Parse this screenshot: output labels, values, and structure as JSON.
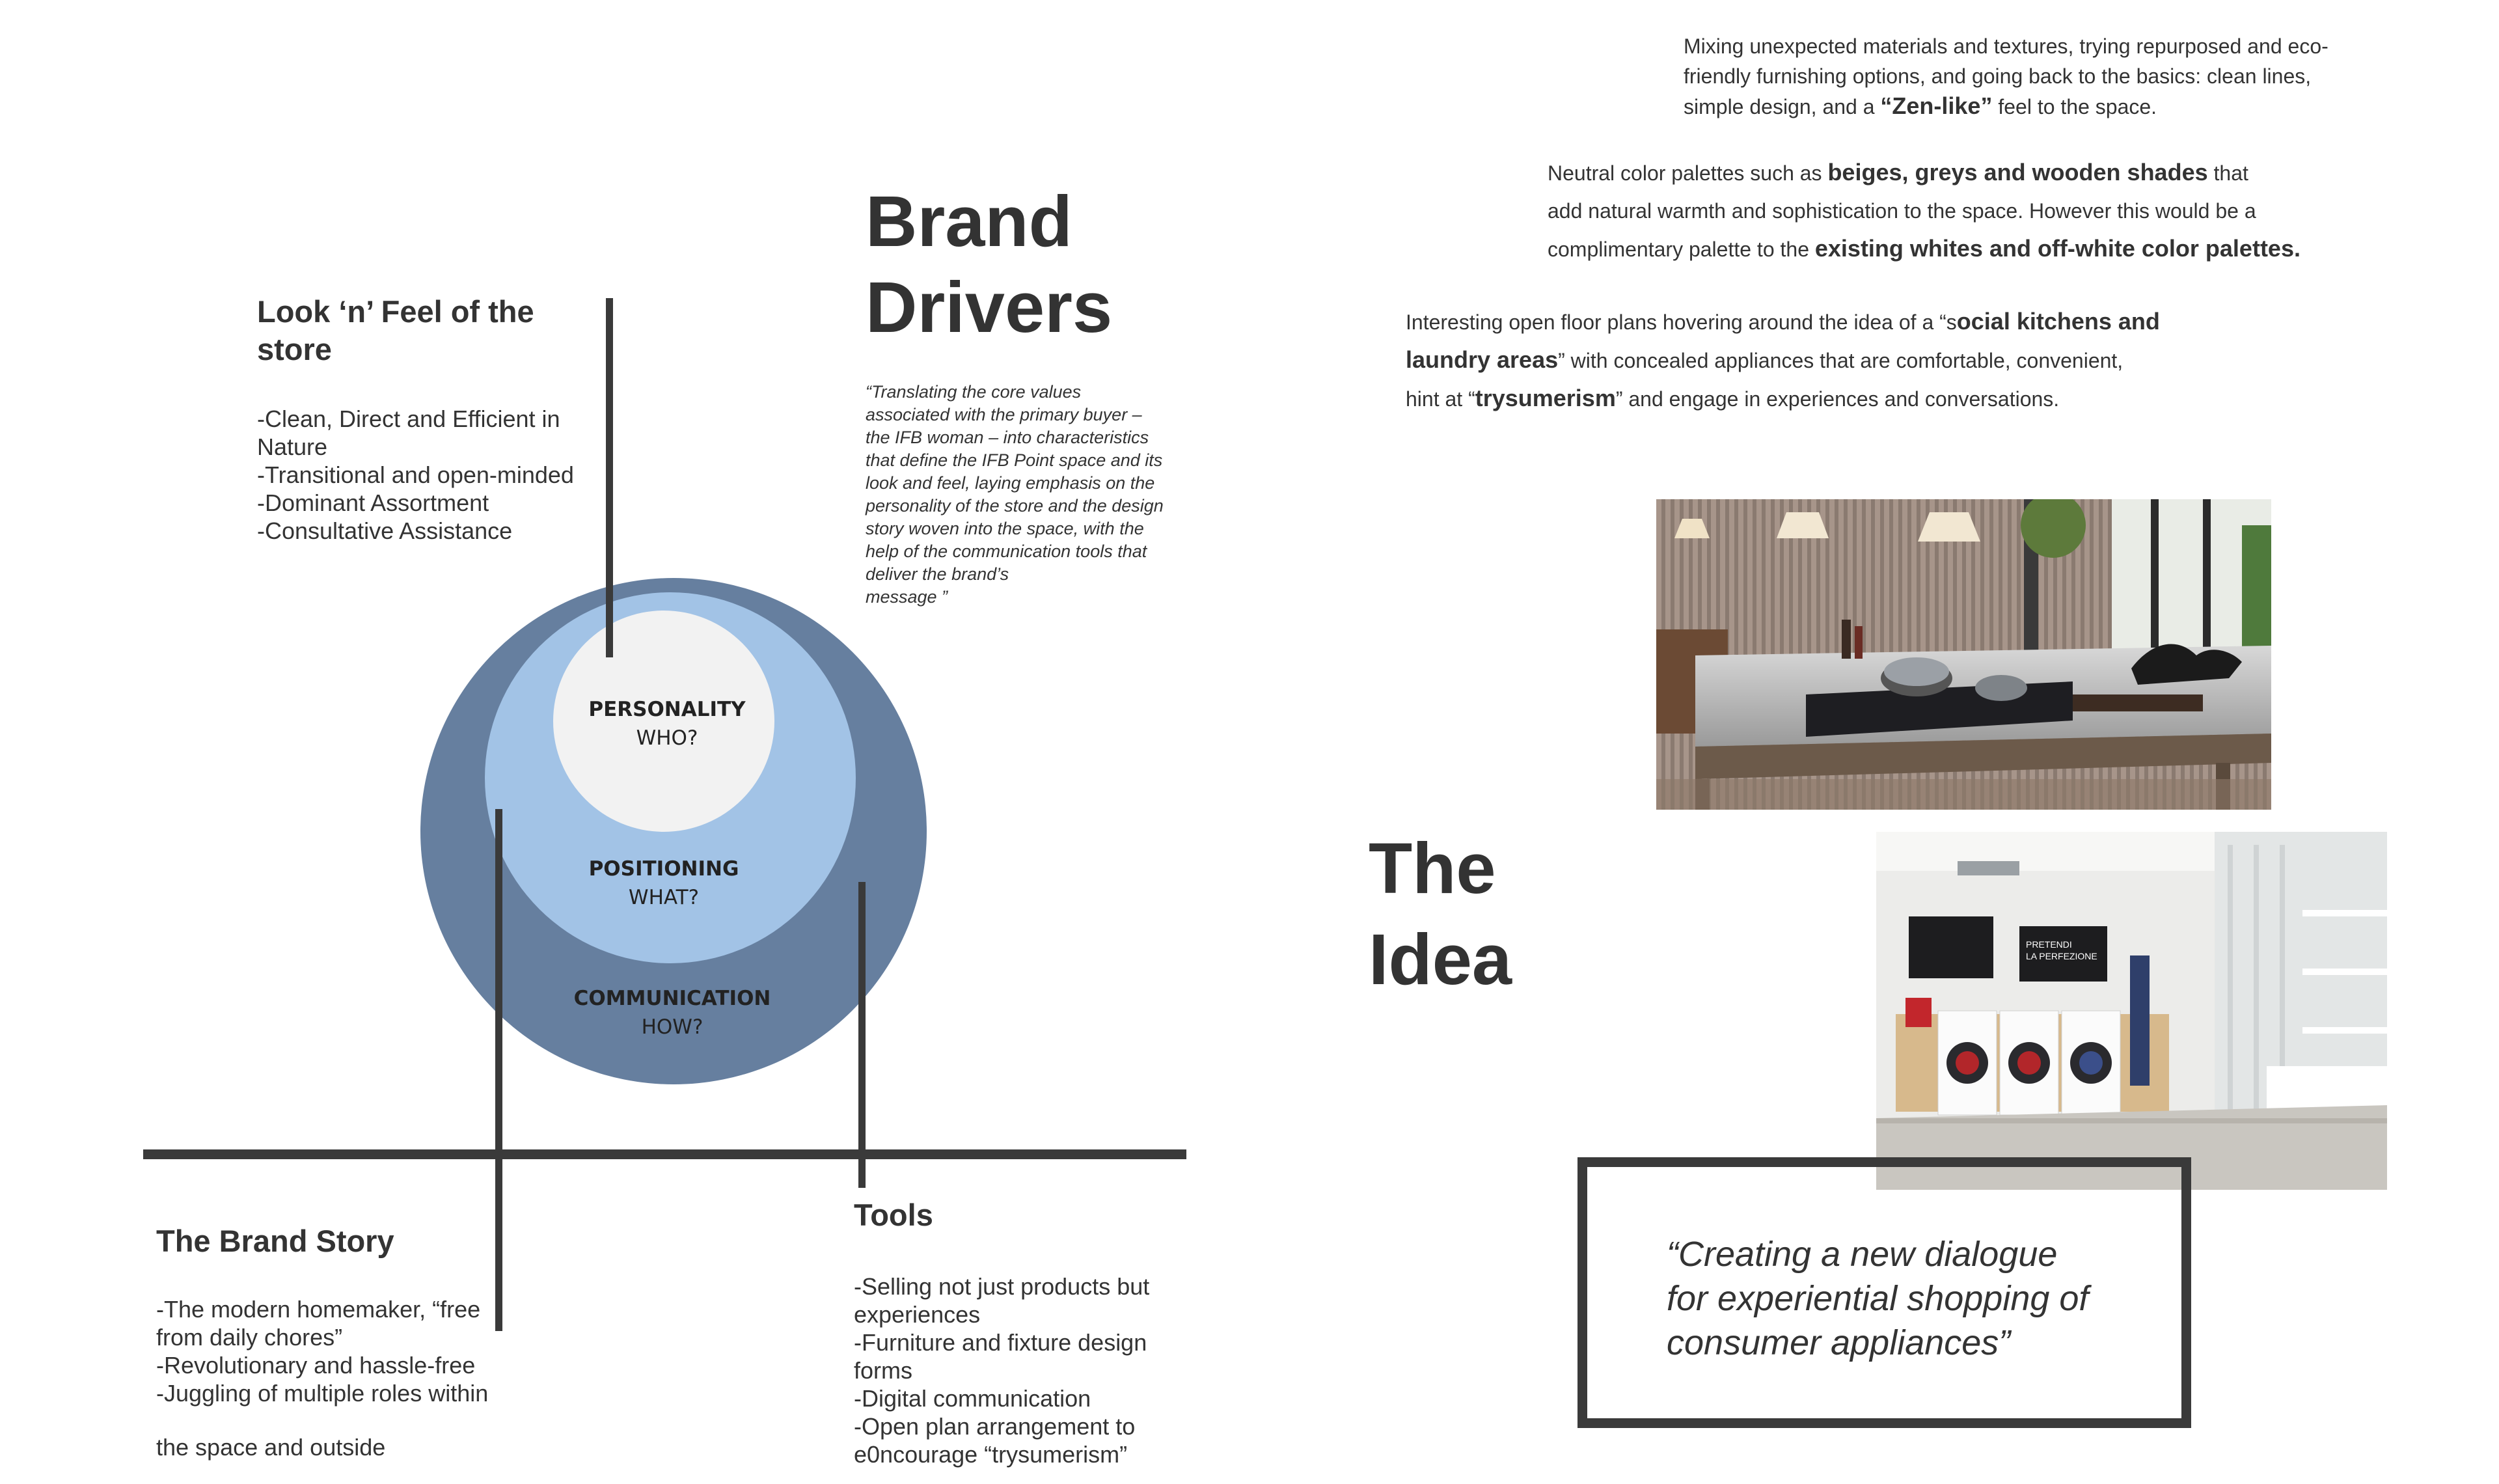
{
  "left_page": {
    "title_line1": "Brand",
    "title_line2": "Drivers",
    "quote_lines": [
      "“Translating the core values",
      "associated with the primary buyer –",
      "the IFB woman – into characteristics",
      "that define the IFB Point space and its",
      "look and feel, laying emphasis on the",
      "personality of the store and the design",
      "story woven into the space, with the",
      "help of the communication tools that",
      "deliver the brand’s",
      "message ”"
    ],
    "look_feel": {
      "heading_line1": "Look ‘n’ Feel of the",
      "heading_line2": "store",
      "items": [
        "-Clean, Direct and Efficient in",
        "Nature",
        "-Transitional and open-minded",
        "-Dominant Assortment",
        "-Consultative Assistance"
      ]
    },
    "circles": {
      "inner_title": "PERSONALITY",
      "inner_sub": "WHO?",
      "middle_title": "POSITIONING",
      "middle_sub": "WHAT?",
      "outer_title": "COMMUNICATION",
      "outer_sub": "HOW?"
    },
    "brand_story": {
      "heading": "The Brand Story",
      "items": [
        "-The modern homemaker, “free",
        "from daily chores”",
        "-Revolutionary and hassle-free",
        "-Juggling of multiple roles within"
      ],
      "tail": "the space and outside"
    },
    "tools": {
      "heading": "Tools",
      "items": [
        "-Selling not just products but",
        "experiences",
        "-Furniture and fixture design",
        "forms",
        "-Digital communication",
        "-Open plan arrangement to",
        "e0ncourage “trysumerism”"
      ]
    }
  },
  "right_page": {
    "para1": {
      "line1": "Mixing unexpected materials and textures, trying repurposed and eco-",
      "line2": "friendly furnishing options, and going back to the basics: clean lines,",
      "line3_pre": "simple design, and a ",
      "line3_bold": "“Zen-like”",
      "line3_post": " feel to the space."
    },
    "para2": {
      "l1_pre": "Neutral color palettes such as ",
      "l1_bold": "beiges, greys and wooden shades",
      "l1_post": " that",
      "l2": "add natural warmth and sophistication to the space. However this would be a",
      "l3_pre": "complimentary palette to the ",
      "l3_bold": "existing whites and off-white color palettes."
    },
    "para3": {
      "l1_pre": "Interesting open floor plans hovering around the idea of a “s",
      "l1_bold": "ocial kitchens and",
      "l2_bold": "laundry areas",
      "l2_post": "” with concealed appliances that are comfortable, convenient,",
      "l3_pre": "hint at “",
      "l3_bold": "trysumerism",
      "l3_post": "” and  engage in experiences and conversations."
    },
    "idea_line1": "The",
    "idea_line2": "Idea",
    "store_sign_line1": "PRETENDI",
    "store_sign_line2": "LA PERFEZIONE",
    "quote_box_lines": [
      "“Creating a new dialogue",
      "for experiential shopping of",
      "consumer appliances”"
    ]
  },
  "colors": {
    "outer_circle": "#667f9f",
    "middle_circle": "#a2c3e6",
    "inner_circle": "#f2f2f2",
    "text": "#333333",
    "lines": "#3a3a3a"
  }
}
